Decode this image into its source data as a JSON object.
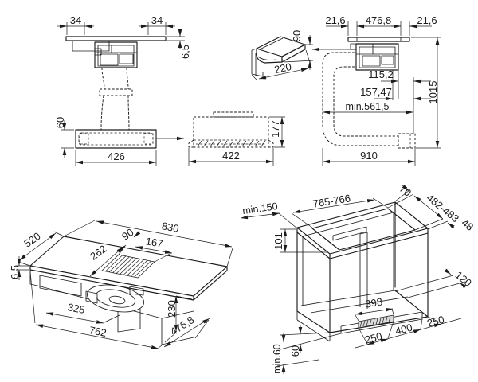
{
  "side_view": {
    "top_left_margin": "34",
    "top_right_margin": "34",
    "glass_thickness": "6,5",
    "plenum_height": "60",
    "plenum_width": "426"
  },
  "corner_duct": {
    "height": "90",
    "width": "220"
  },
  "plenum_front": {
    "height": "177",
    "width": "422"
  },
  "ducted_view": {
    "left_margin": "21,6",
    "cutout_width": "476,8",
    "right_margin": "21,6",
    "offset_1": "115,2",
    "offset_2": "157,47",
    "min_run": "min.561,5",
    "duct_run": "910",
    "total_height": "1015"
  },
  "hob_iso": {
    "width": "830",
    "depth": "520",
    "vent_offset": "262",
    "vent_margin": "90",
    "vent_width": "167",
    "glass_thickness": "6,5",
    "duct_offset": "325",
    "body_width": "762",
    "body_height": "230",
    "body_depth": "476,8"
  },
  "cabinet_iso": {
    "cutout_width": "765-766",
    "rear_gap": "70",
    "cutout_depth": "482-483",
    "front_gap": "48",
    "min_side_clearance": "min.150",
    "top_drop": "101",
    "rear_recess": "120",
    "vent_cutout": "398",
    "plinth_left": "250",
    "plinth_center": "400",
    "plinth_right": "250",
    "plinth_height": "60",
    "min_plinth_clearance": "min.60"
  }
}
